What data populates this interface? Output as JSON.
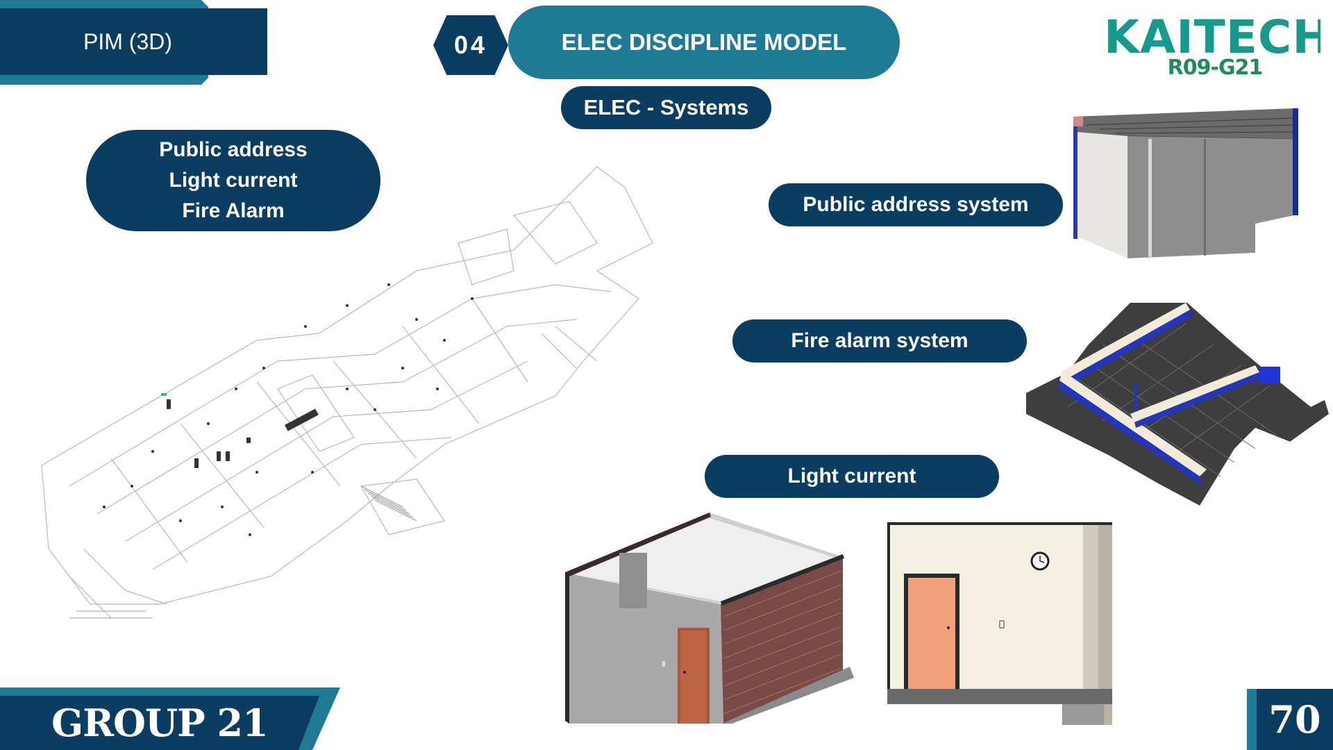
{
  "header": {
    "section_tab": "PIM (3D)",
    "section_number": "04",
    "title": "ELEC DISCIPLINE MODEL",
    "subtitle": "ELEC - Systems"
  },
  "logo": {
    "main": "KAITECH",
    "sub": "R09-G21"
  },
  "left_label": {
    "lines": [
      "Public address",
      "Light current",
      "Fire Alarm"
    ]
  },
  "labels": {
    "public_address": "Public address system",
    "fire_alarm": "Fire alarm system",
    "light_current": "Light current"
  },
  "footer": {
    "group": "GROUP 21",
    "page_number": "70"
  },
  "colors": {
    "navy": "#0b3d63",
    "teal": "#1f7a95",
    "logo_teal": "#159a8c",
    "logo_green": "#1f8a5a"
  },
  "images": [
    "building-floor-plan-3d",
    "public-address-room-3d",
    "fire-alarm-ceiling-3d",
    "light-current-room-3d",
    "light-current-wall-elevation"
  ]
}
